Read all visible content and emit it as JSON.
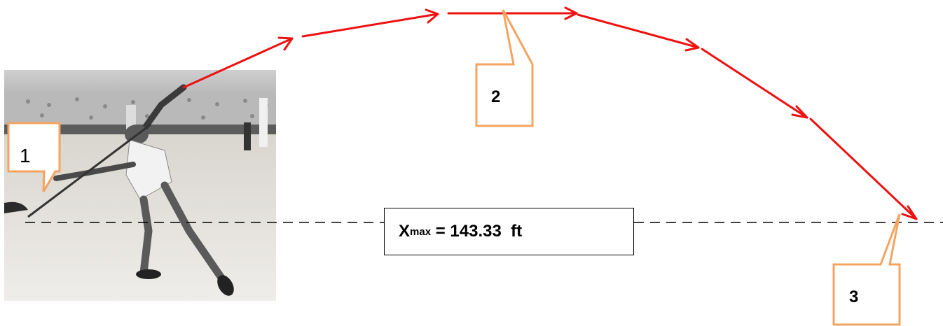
{
  "callouts": {
    "c1": "1",
    "c2": "2",
    "c3": "3"
  },
  "result": {
    "symbol": "X",
    "subscript": "max",
    "equals": " = ",
    "value": "143.33",
    "unit": "ft"
  },
  "colors": {
    "trajectory": "#ee1111",
    "callout_border": "#f4a460",
    "baseline": "#000000"
  },
  "icons": {
    "photo": "javelin-thrower-photo"
  }
}
